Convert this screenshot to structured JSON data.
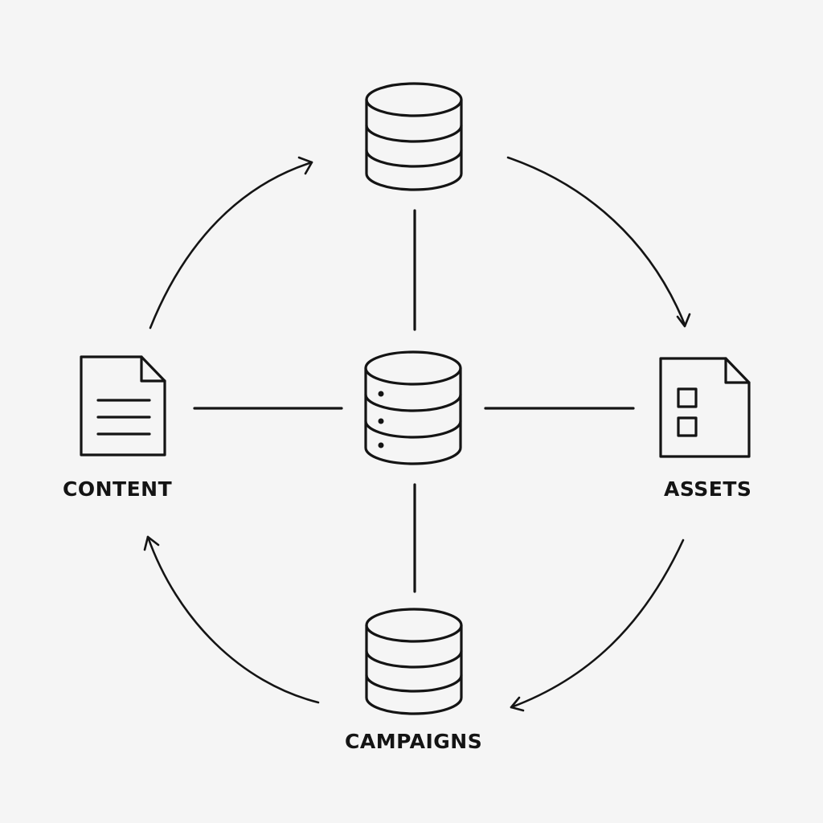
{
  "labels": {
    "content": "CONTENT",
    "assets": "ASSETS",
    "campaigns": "CAMPAIGNS"
  },
  "icons": {
    "top_node": "database-icon",
    "center_node": "server-database-icon",
    "left_node": "text-document-icon",
    "right_node": "asset-document-icon",
    "bottom_node": "database-icon"
  },
  "colors": {
    "background": "#f5f5f5",
    "stroke": "#141414"
  }
}
